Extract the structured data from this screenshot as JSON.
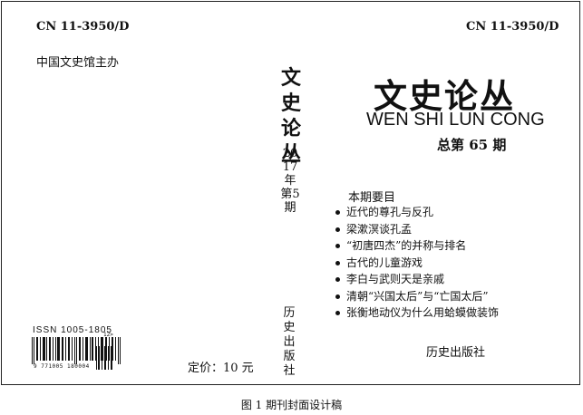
{
  "cover": {
    "cn_number_left": "CN 11-3950/D",
    "cn_number_right": "CN 11-3950/D",
    "sponsor": "中国文史馆主办",
    "spine_title": "文史论丛",
    "spine_issue": "2017年第5期",
    "spine_publisher": "历史出版社",
    "title": "文史论丛",
    "pinyin_title": "WEN SHI LUN CONG",
    "total_issue": "总第 65 期",
    "toc_heading": "本期要目",
    "toc_items": [
      "近代的尊孔与反孔",
      "梁漱溟谈孔孟",
      "“初唐四杰”的并称与排名",
      "古代的儿童游戏",
      "李白与武则天是亲戚",
      "清朝“兴国太后”与“亡国太后”",
      "张衡地动仪为什么用蛤蟆做装饰"
    ],
    "publisher": "历史出版社",
    "issn": "ISSN 1005-1805",
    "barcode_digits": "9 771005 180004",
    "addon_digits": "12>",
    "price": "定价：10 元"
  },
  "caption": "图 1   期刊封面设计稿"
}
